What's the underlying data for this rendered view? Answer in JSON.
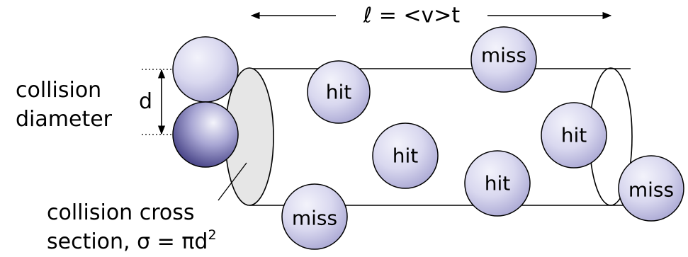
{
  "length_label": "ℓ = <v>t",
  "diameter_symbol": "d",
  "collision_diameter": {
    "line1": "collision",
    "line2": "diameter"
  },
  "cross_section": {
    "line1": "collision cross",
    "line2_text": "section, σ = πd",
    "line2_sup": "2"
  },
  "molecules": [
    {
      "label": "hit"
    },
    {
      "label": "miss"
    },
    {
      "label": "hit"
    },
    {
      "label": "hit"
    },
    {
      "label": "hit"
    },
    {
      "label": "miss"
    },
    {
      "label": "miss"
    }
  ],
  "colors": {
    "ball_light": "#f3f3fb",
    "ball_mid": "#c7c6e6",
    "ball_dark": "#3e3a80",
    "cross_section_fill": "#e6e6e6"
  }
}
